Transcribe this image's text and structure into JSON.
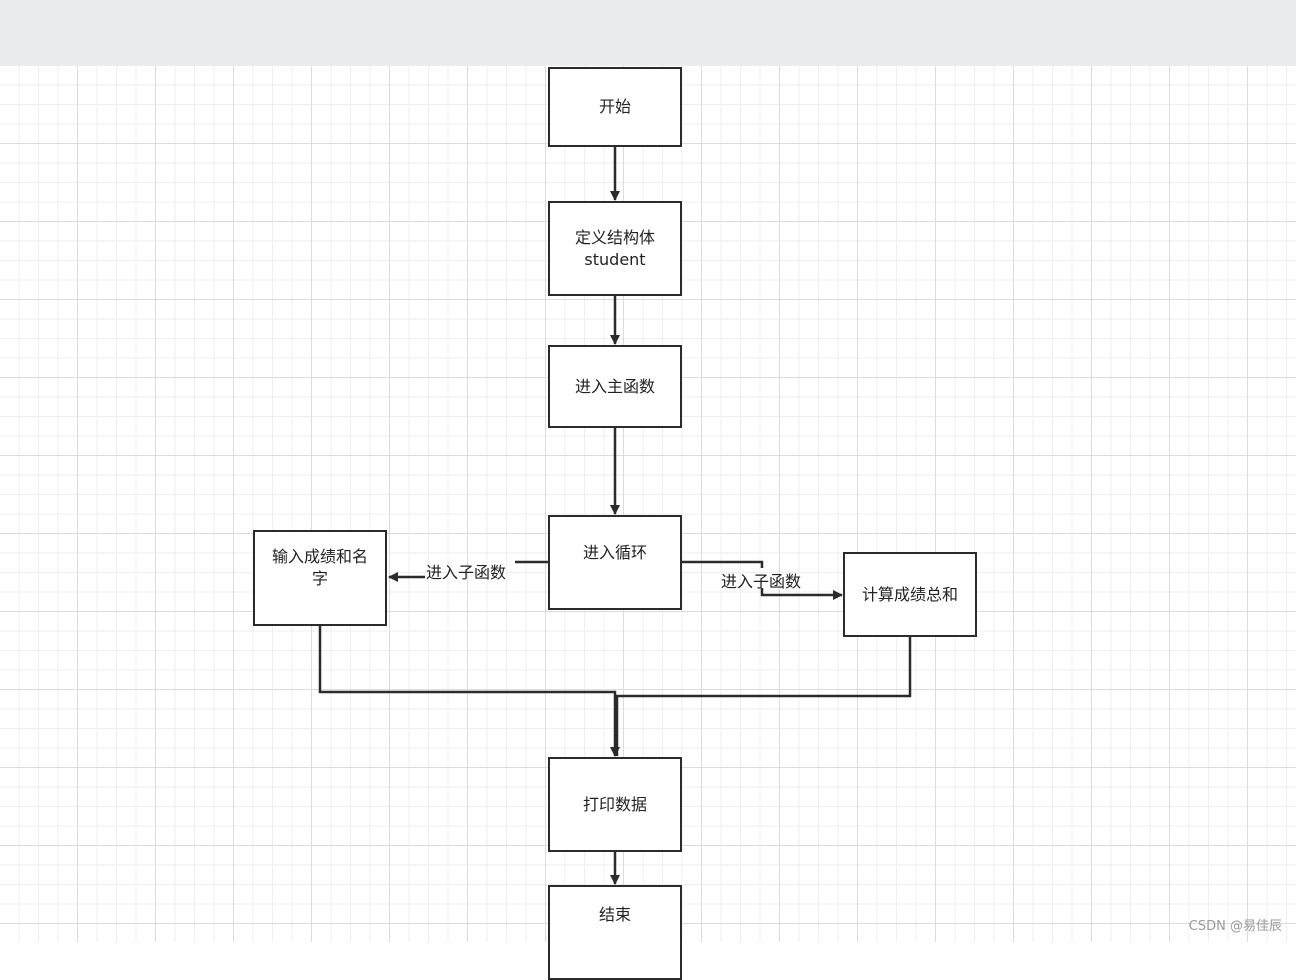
{
  "nodes": {
    "start": "开始",
    "define_struct": "定义结构体\nstudent",
    "enter_main": "进入主函数",
    "enter_loop": "进入循环",
    "input_scores": "输入成绩和名\n字",
    "calc_sum": "计算成绩总和",
    "print_data": "打印数据",
    "end": "结束"
  },
  "edge_labels": {
    "left_call": "进入子函数",
    "right_call": "进入子函数"
  },
  "watermark": "CSDN @易佳辰"
}
